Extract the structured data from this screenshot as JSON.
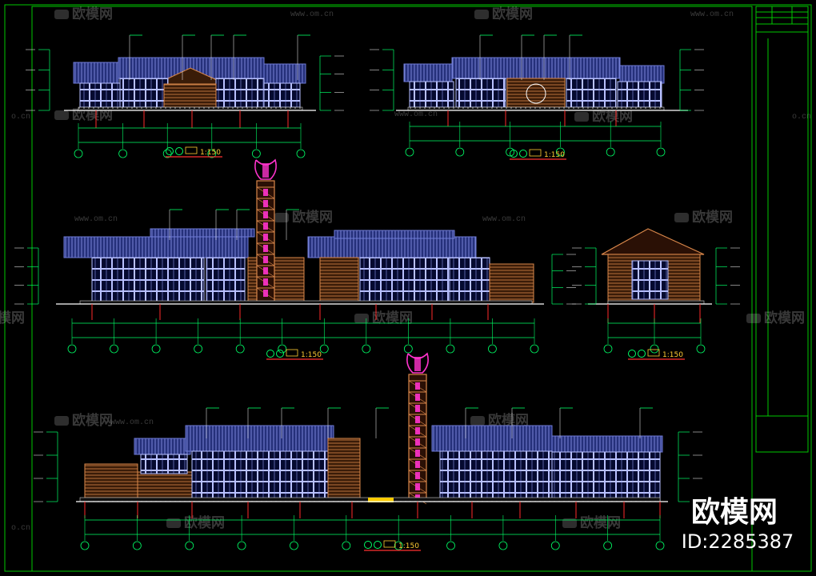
{
  "drawing": {
    "elevations": [
      {
        "id": "top-left",
        "scale": "1:150"
      },
      {
        "id": "top-right",
        "scale": "1:150"
      },
      {
        "id": "middle-main",
        "scale": "1:150"
      },
      {
        "id": "middle-side",
        "scale": "1:150"
      },
      {
        "id": "bottom",
        "scale": "1:150"
      }
    ]
  },
  "watermark": {
    "brand": "欧模网",
    "url": "www.om.cn",
    "url_short": "o.cn",
    "id_label": "ID:2285387"
  },
  "colors": {
    "background": "#000000",
    "frame": "#00c800",
    "roof": "#6f7bd8",
    "window": "#b8c0ff",
    "wood": "#d9874a",
    "tower": "#ff33cc",
    "annotation": "#00ff66",
    "title_underline": "#ff3030",
    "scale_text": "#ffcc33"
  }
}
